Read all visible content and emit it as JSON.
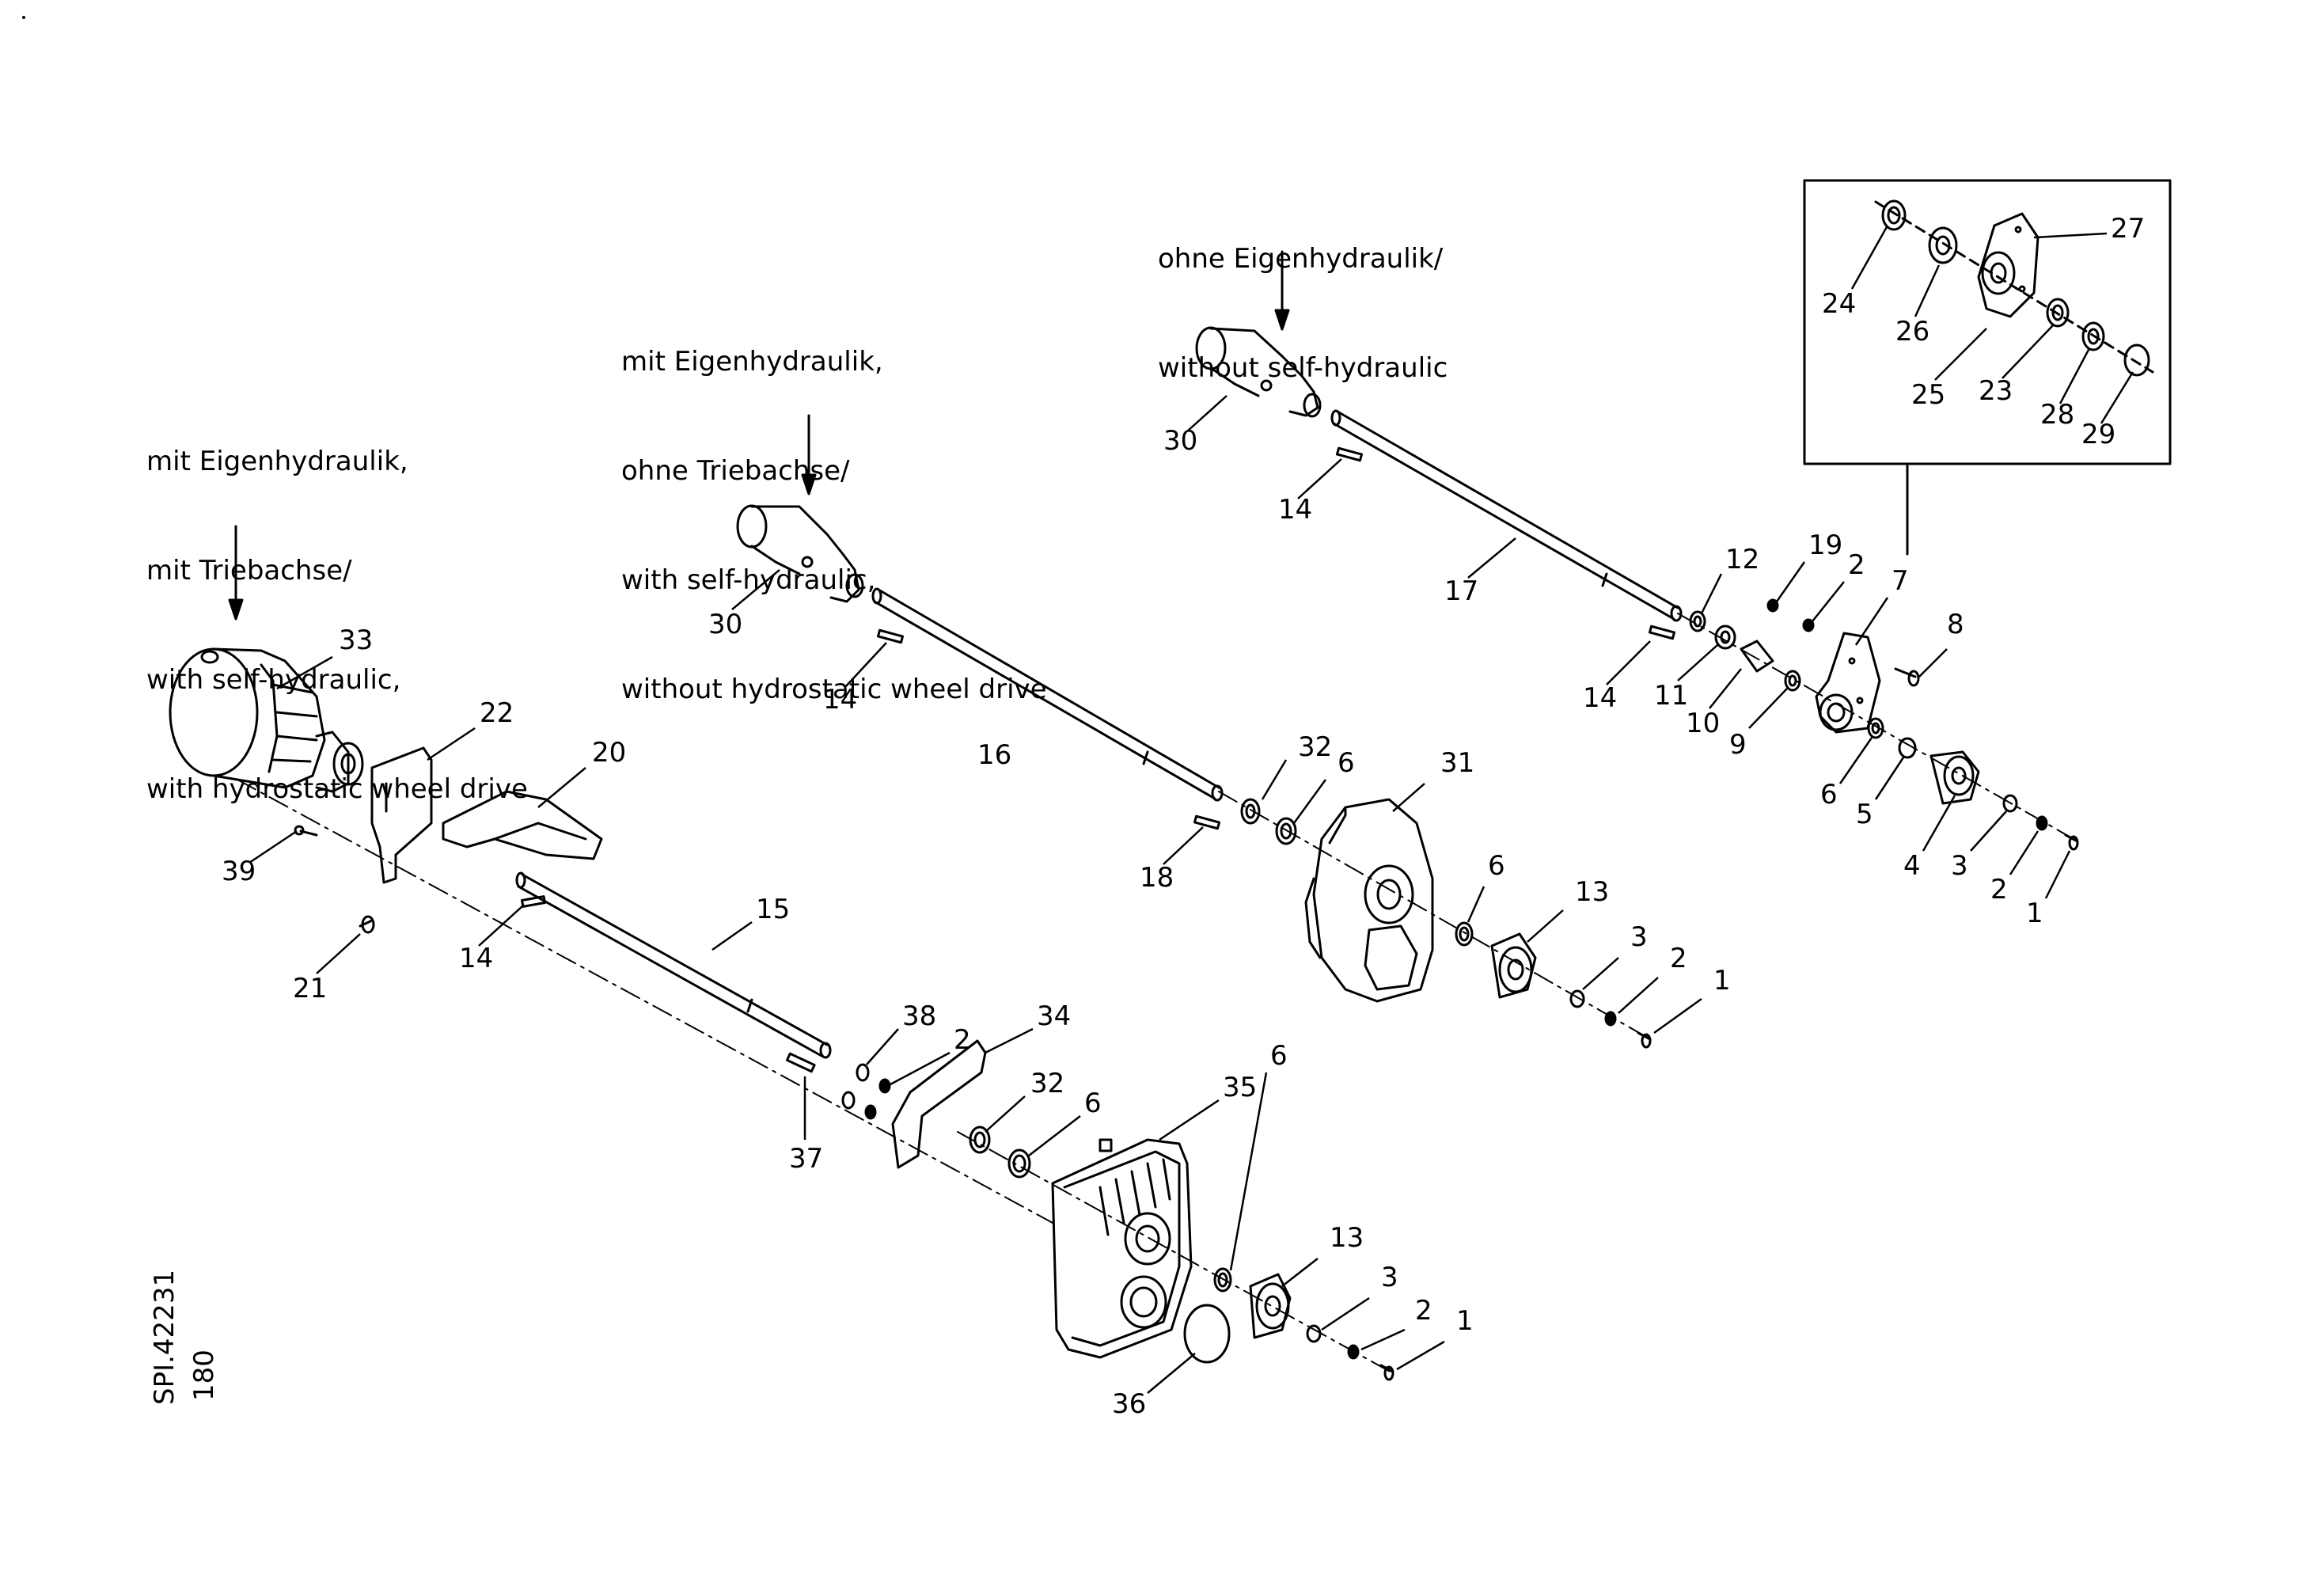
{
  "captions": {
    "left": [
      "mit Eigenhydraulik,",
      "mit Triebachse/",
      "with self-hydraulic,",
      "with hydrostatic wheel drive"
    ],
    "middle": [
      "mit Eigenhydraulik,",
      "ohne Triebachse/",
      "with self-hydraulic,",
      "without hydrostatic wheel drive"
    ],
    "right": [
      "ohne Eigenhydraulik/",
      "without self-hydraulic"
    ]
  },
  "drawing_code": {
    "sheet": "180",
    "number": "SPI.42231"
  },
  "part_labels": [
    "33",
    "22",
    "20",
    "39",
    "21",
    "14",
    "15",
    "38",
    "2",
    "34",
    "32",
    "6",
    "35",
    "37",
    "30",
    "14",
    "16",
    "32",
    "6",
    "31",
    "18",
    "6",
    "13",
    "3",
    "2",
    "1",
    "6",
    "13",
    "3",
    "2",
    "1",
    "36",
    "30",
    "14",
    "17",
    "14",
    "12",
    "11",
    "10",
    "9",
    "19",
    "2",
    "7",
    "8",
    "6",
    "5",
    "4",
    "3",
    "2",
    "1",
    "24",
    "26",
    "27",
    "25",
    "23",
    "28",
    "29"
  ]
}
